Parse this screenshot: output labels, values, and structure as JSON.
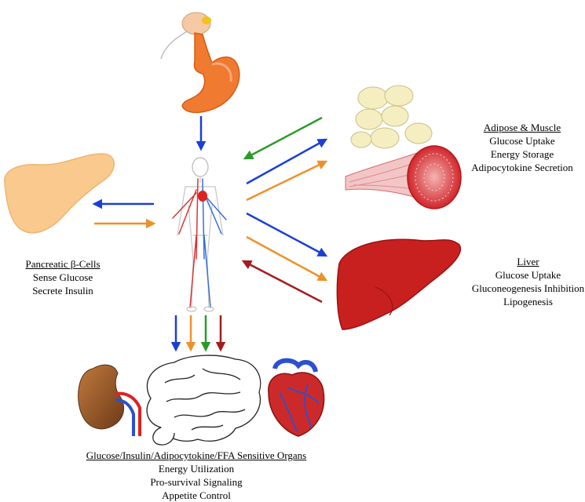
{
  "adipose_muscle": {
    "heading": "Adipose & Muscle",
    "lines": [
      "Glucose Uptake",
      "Energy Storage",
      "Adipocytokine Secretion"
    ]
  },
  "liver": {
    "heading": "Liver",
    "lines": [
      "Glucose Uptake",
      "Gluconeogenesis Inhibition",
      "Lipogenesis"
    ]
  },
  "pancreas": {
    "heading": "Pancreatic β-Cells",
    "lines": [
      "Sense Glucose",
      "Secrete Insulin"
    ]
  },
  "sensitive_organs": {
    "heading": "Glucose/Insulin/Adipocytokine/FFA Sensitive Organs",
    "lines": [
      "Energy Utilization",
      "Pro-survival Signaling",
      "Appetite Control"
    ]
  },
  "icons": [
    "stomach-icon",
    "pancreas-icon",
    "human-body-icon",
    "fat-cells-icon",
    "muscle-icon",
    "liver-icon",
    "kidney-icon",
    "brain-icon",
    "heart-icon"
  ],
  "colors": {
    "blue_arrow": "#1a3fd6",
    "orange_arrow": "#f0902a",
    "green_arrow": "#2a9a2a",
    "red_arrow": "#a31c1c",
    "liver": "#c8201f",
    "stomach": "#f07a30",
    "pancreas": "#f9c98e",
    "fat_cells": "#f5eec0"
  }
}
